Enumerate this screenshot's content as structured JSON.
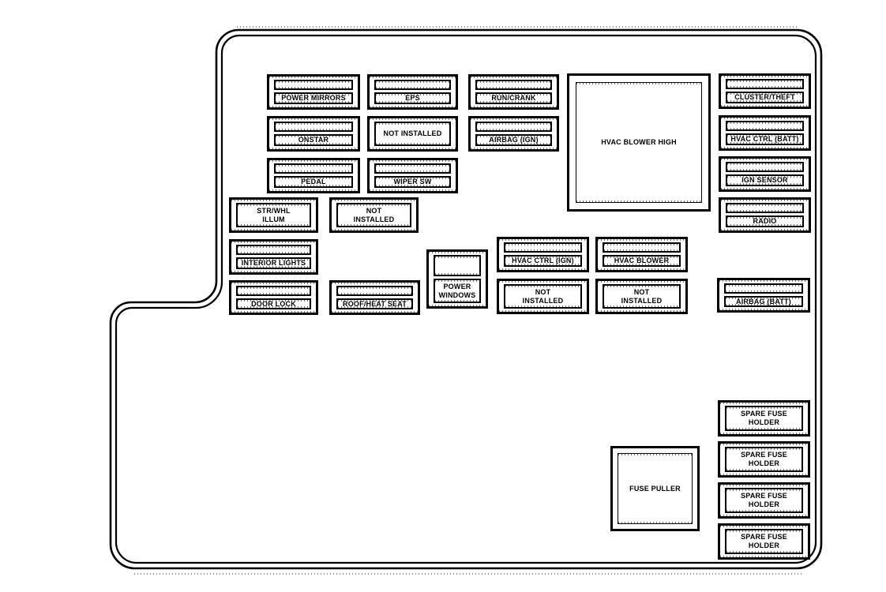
{
  "colors": {
    "ink": "#000000",
    "background": "#ffffff"
  },
  "fuses": {
    "power_mirrors": {
      "label": "POWER MIRRORS"
    },
    "eps": {
      "label": "EPS"
    },
    "run_crank": {
      "label": "RUN/CRANK"
    },
    "onstar": {
      "label": "ONSTAR"
    },
    "not_installed_a": {
      "label": "NOT INSTALLED"
    },
    "airbag_ign": {
      "label": "AIRBAG (IGN)"
    },
    "pedal": {
      "label": "PEDAL"
    },
    "wiper_sw": {
      "label": "WIPER SW"
    },
    "hvac_blower_high": {
      "label": "HVAC BLOWER HIGH"
    },
    "cluster_theft": {
      "label": "CLUSTER/THEFT"
    },
    "hvac_ctrl_batt": {
      "label": "HVAC CTRL (BATT)"
    },
    "ign_sensor": {
      "label": "IGN SENSOR"
    },
    "radio": {
      "label": "RADIO"
    },
    "str_whl_illum": {
      "label": "STR/WHL\nILLUM"
    },
    "not_installed_b": {
      "label": "NOT\nINSTALLED"
    },
    "interior_lights": {
      "label": "INTERIOR LIGHTS"
    },
    "power_windows": {
      "label": "POWER\nWINDOWS"
    },
    "hvac_ctrl_ign": {
      "label": "HVAC CTRL (IGN)"
    },
    "hvac_blower": {
      "label": "HVAC BLOWER"
    },
    "door_lock": {
      "label": "DOOR LOCK"
    },
    "roof_heat_seat": {
      "label": "ROOF/HEAT SEAT"
    },
    "not_installed_c": {
      "label": "NOT\nINSTALLED"
    },
    "not_installed_d": {
      "label": "NOT\nINSTALLED"
    },
    "airbag_batt": {
      "label": "AIRBAG (BATT)"
    },
    "fuse_puller": {
      "label": "FUSE PULLER"
    },
    "spare_fuse_1": {
      "label": "SPARE FUSE\nHOLDER"
    },
    "spare_fuse_2": {
      "label": "SPARE FUSE\nHOLDER"
    },
    "spare_fuse_3": {
      "label": "SPARE FUSE\nHOLDER"
    },
    "spare_fuse_4": {
      "label": "SPARE FUSE\nHOLDER"
    }
  }
}
